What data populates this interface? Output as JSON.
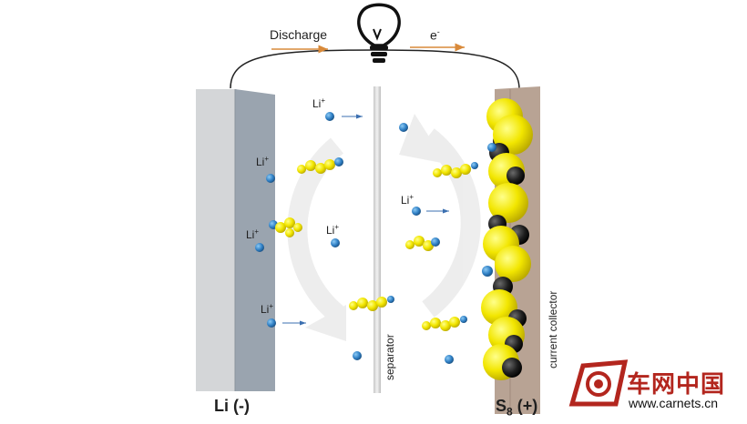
{
  "labels": {
    "discharge": "Discharge",
    "electron": "e",
    "electron_sup": "-",
    "anode": "Li (-)",
    "cathode_s": "S",
    "cathode_sub": "8",
    "cathode_sign": "(+)",
    "separator": "separator",
    "collector": "current collector",
    "ion": "Li",
    "ion_sup": "+"
  },
  "watermark": {
    "brand": "车网中国",
    "url": "www.carnets.cn"
  },
  "colors": {
    "anode_front": "#d4d6d8",
    "anode_side": "#9aa4af",
    "sulfur": "#f2e600",
    "carbon": "#1e1e1e",
    "ion": "#2f7fc4",
    "arrow": "#d98a3a",
    "collector": "#b8a394",
    "logo": "#b3261e"
  },
  "icons": [
    "lightbulb-icon",
    "carnets-logo-icon"
  ]
}
